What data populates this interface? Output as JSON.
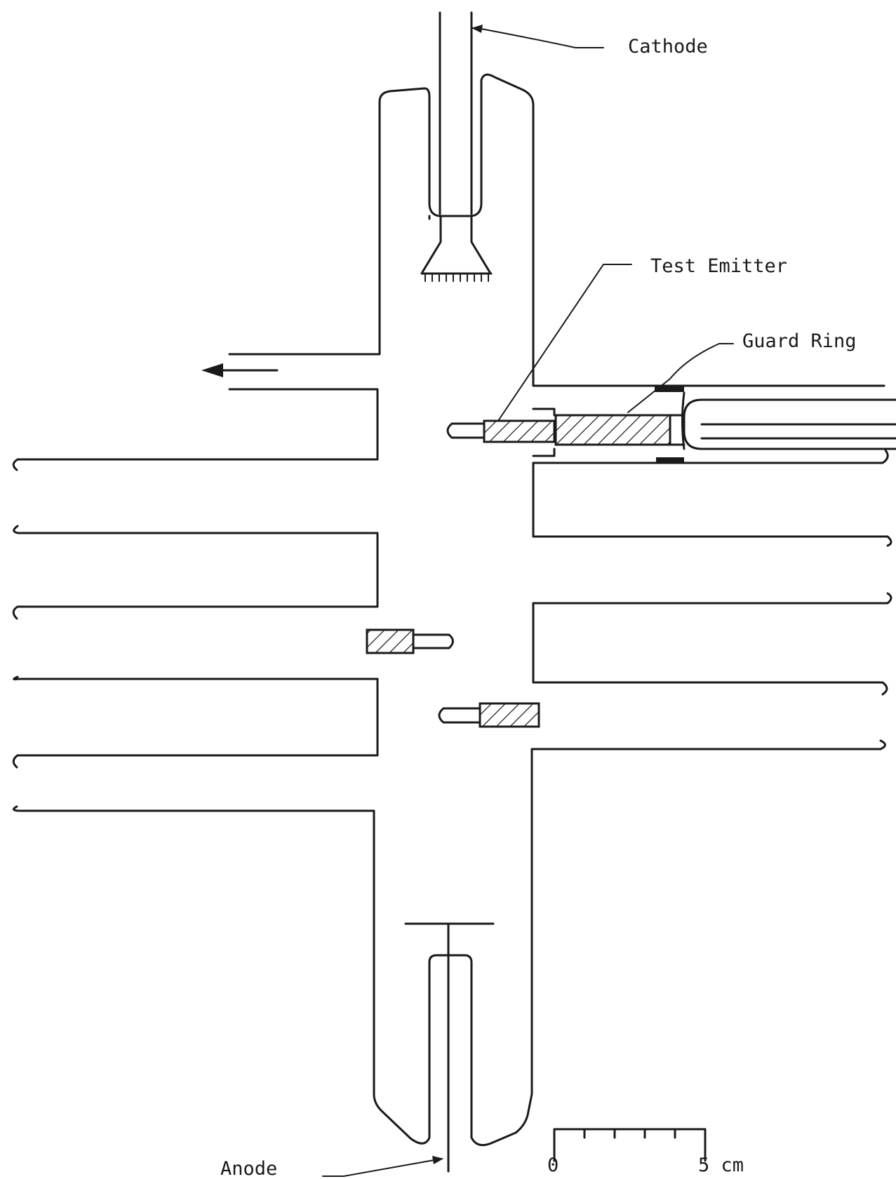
{
  "labels": {
    "cathode": "Cathode",
    "test_emitter": "Test Emitter",
    "guard_ring": "Guard Ring",
    "anode": "Anode"
  },
  "scale_bar": {
    "start": "0",
    "end": "5 cm"
  }
}
